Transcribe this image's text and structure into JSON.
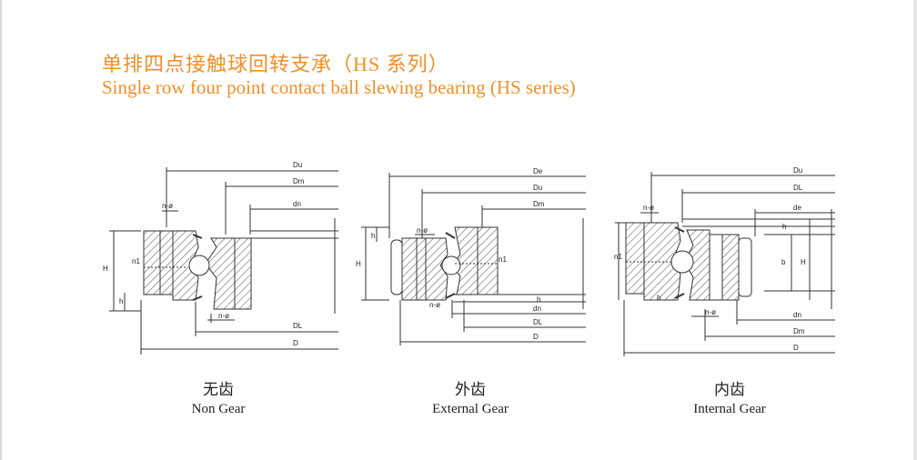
{
  "title": {
    "chinese": "单排四点接触球回转支承（HS 系列）",
    "english": "Single row four point contact ball slewing bearing (HS series)"
  },
  "colors": {
    "title": "#f0902a",
    "line": "#333333",
    "hatch": "#555555"
  },
  "variants": [
    {
      "caption_cn": "无齿",
      "caption_en": "Non Gear",
      "dims": {
        "Du": "Du",
        "Dm": "Dm",
        "dn": "dn",
        "DL": "DL",
        "D": "D",
        "H": "H",
        "h": "h",
        "n1": "n1",
        "nphi_top": "n-ø",
        "nphi_bot": "n-ø"
      }
    },
    {
      "caption_cn": "外齿",
      "caption_en": "External Gear",
      "dims": {
        "De": "De",
        "Du": "Du",
        "Dm": "Dm",
        "dn": "dn",
        "DL": "DL",
        "D": "D",
        "H": "H",
        "h": "h",
        "h2": "h",
        "n1": "n1",
        "nphi_top": "n-ø",
        "nphi_bot": "n-ø"
      }
    },
    {
      "caption_cn": "内齿",
      "caption_en": "Internal Gear",
      "dims": {
        "Du": "Du",
        "DL": "DL",
        "de": "de",
        "dn": "dn",
        "Dm": "Dm",
        "D": "D",
        "H": "H",
        "h": "h",
        "h2": "h",
        "b": "b",
        "n1": "n1",
        "nphi_top": "n-ø",
        "nphi_bot": "n-ø"
      }
    }
  ]
}
